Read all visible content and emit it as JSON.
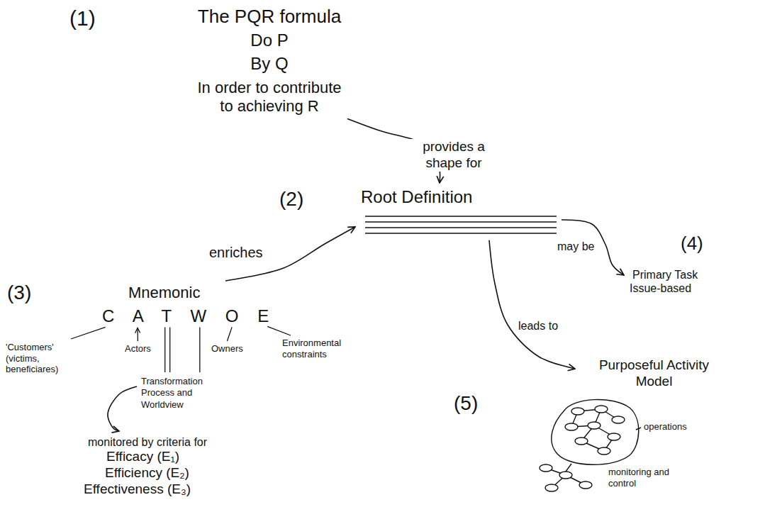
{
  "diagram": {
    "nodes": [
      {
        "text": [
          "The PQR formula",
          "Do P",
          "By Q",
          "In order to contribute to achieving R"
        ]
      },
      {
        "text": [
          "Root Definition"
        ]
      },
      {
        "text": [
          "Mnemonic",
          "C A T W O E"
        ]
      },
      {
        "text": [
          "Transformation Process and Worldview"
        ]
      },
      {
        "text": [
          "monitored by criteria for",
          "Efficacy (E₁)",
          "Efficiency (E₂)",
          "Effectiveness (E₃)"
        ]
      },
      {
        "text": [
          "Primary Task",
          "Issue-based"
        ]
      },
      {
        "text": [
          "Purposeful Activity Model"
        ]
      }
    ],
    "edges": [
      {
        "from": 0,
        "to": 1,
        "arrow": "to",
        "label": "provides a shape for"
      },
      {
        "from": 2,
        "to": 1,
        "arrow": "to",
        "label": "enriches"
      },
      {
        "from": 1,
        "to": 5,
        "arrow": "to",
        "label": "may be"
      },
      {
        "from": 1,
        "to": 6,
        "arrow": "to",
        "label": "leads to"
      },
      {
        "from": 3,
        "to": 4,
        "arrow": "to"
      }
    ],
    "labels": [
      "(1)",
      "(2)",
      "(3)",
      "'Customers' (victims, beneficiares)",
      "Actors",
      "Owners",
      "Environmental constraints",
      "(4)",
      "(5)",
      "operations",
      "monitoring and control"
    ]
  }
}
